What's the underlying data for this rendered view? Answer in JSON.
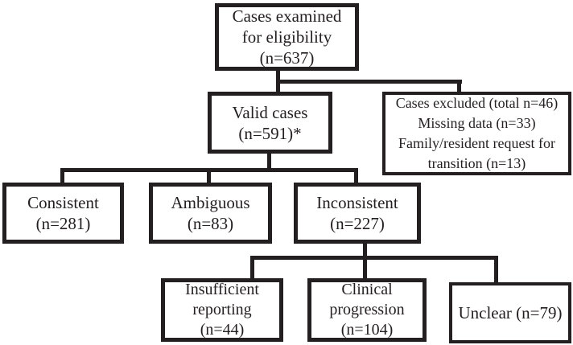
{
  "figure": {
    "type": "flowchart",
    "description": "Case eligibility flow diagram",
    "colors": {
      "background": "#ffffff",
      "box_border": "#231f20",
      "connector_line": "#231f20",
      "text": "#231f20"
    },
    "nodes": {
      "cases_examined": {
        "lines": [
          "Cases examined",
          "for eligibility",
          "(n=637)"
        ]
      },
      "valid_cases": {
        "lines": [
          "Valid cases",
          "(n=591)*"
        ]
      },
      "cases_excluded": {
        "lines": [
          "Cases excluded (total n=46)",
          "Missing data (n=33)",
          "Family/resident request for",
          "transition (n=13)"
        ]
      },
      "consistent": {
        "lines": [
          "Consistent",
          "(n=281)"
        ]
      },
      "ambiguous": {
        "lines": [
          "Ambiguous",
          "(n=83)"
        ]
      },
      "inconsistent": {
        "lines": [
          "Inconsistent",
          "(n=227)"
        ]
      },
      "insufficient_reporting": {
        "lines": [
          "Insufficient",
          "reporting",
          "(n=44)"
        ]
      },
      "clinical_progression": {
        "lines": [
          "Clinical",
          "progression",
          "(n=104)"
        ]
      },
      "unclear": {
        "lines": [
          "Unclear (n=79)"
        ]
      }
    },
    "edges": [
      "cases_examined -> valid_cases",
      "cases_examined -> cases_excluded",
      "valid_cases -> consistent",
      "valid_cases -> ambiguous",
      "valid_cases -> inconsistent",
      "inconsistent -> insufficient_reporting",
      "inconsistent -> clinical_progression",
      "inconsistent -> unclear"
    ]
  }
}
